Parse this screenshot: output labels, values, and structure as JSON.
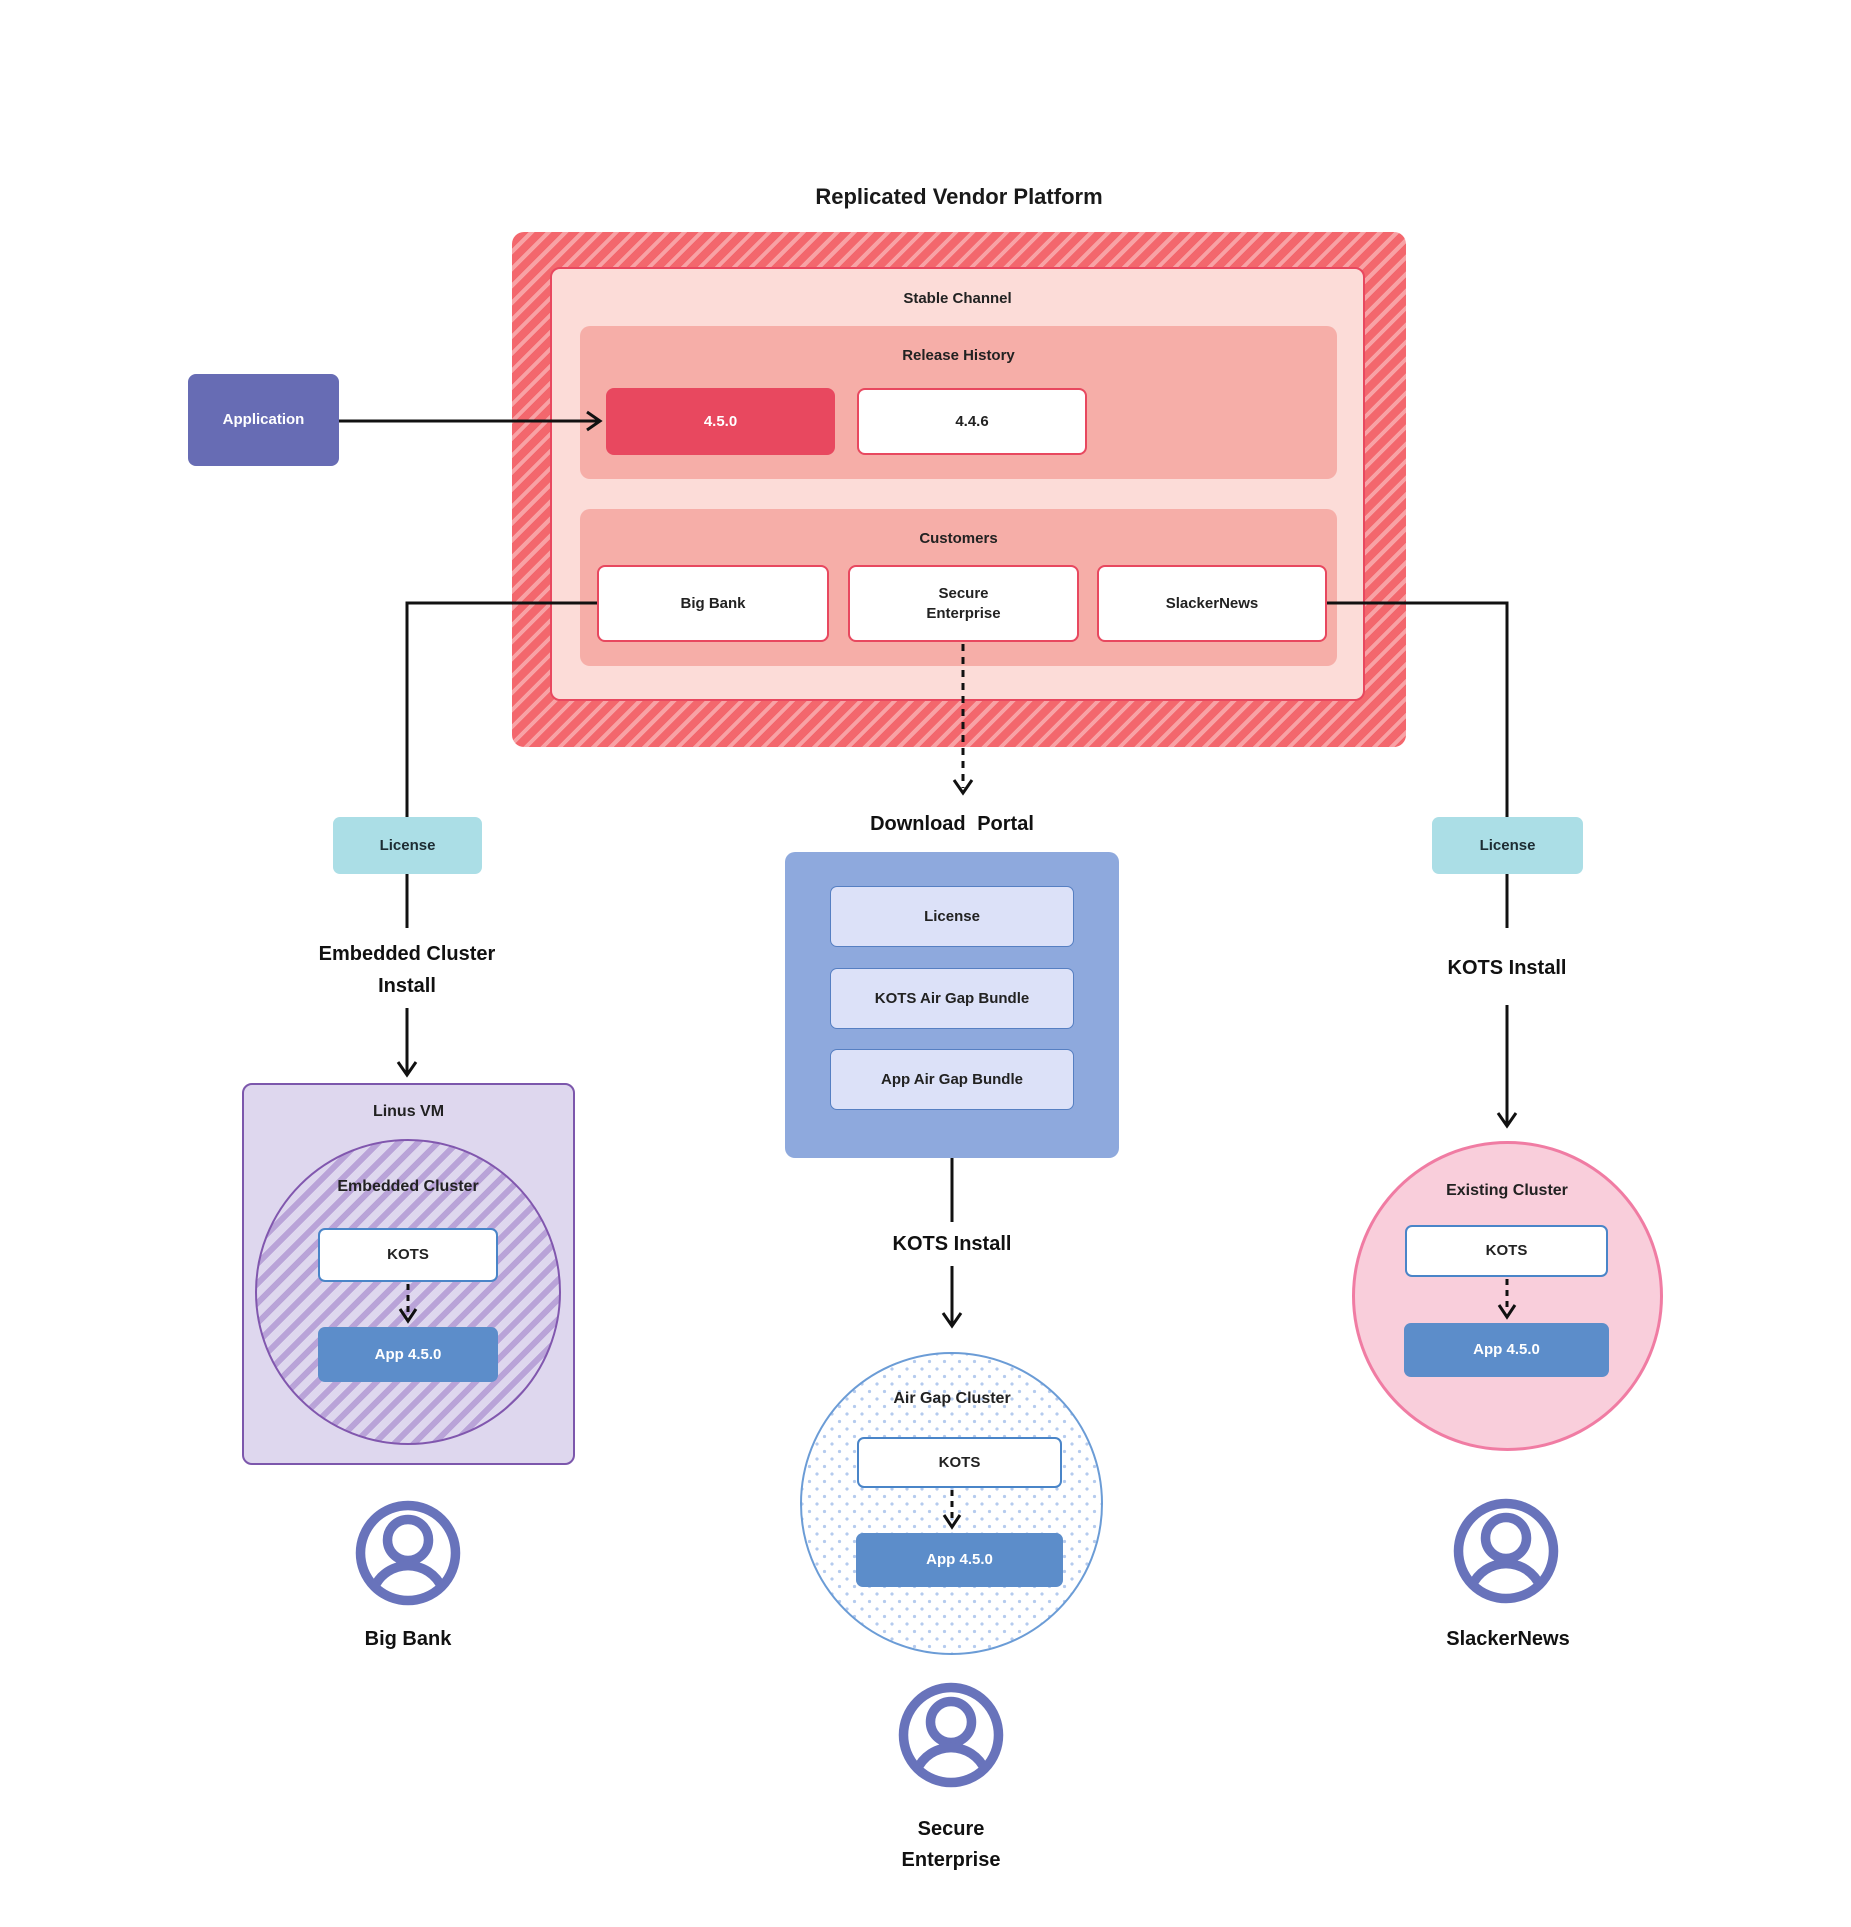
{
  "title": "Replicated Vendor Platform",
  "platform": {
    "stable_channel": "Stable Channel",
    "release_history": {
      "label": "Release History",
      "releases": [
        {
          "version": "4.5.0",
          "highlighted": true
        },
        {
          "version": "4.4.6",
          "highlighted": false
        }
      ]
    },
    "customers": {
      "label": "Customers",
      "items": [
        {
          "name": "Big Bank"
        },
        {
          "name": "Secure\nEnterprise"
        },
        {
          "name": "SlackerNews"
        }
      ]
    }
  },
  "application": {
    "label": "Application"
  },
  "left_flow": {
    "license": "License",
    "install": "Embedded Cluster\nInstall",
    "vm": "Linus VM",
    "cluster": "Embedded Cluster",
    "kots": "KOTS",
    "app": "App 4.5.0",
    "user": "Big Bank"
  },
  "center_flow": {
    "portal_title": "Download Portal",
    "bundle_items": [
      {
        "label": "License"
      },
      {
        "label": "KOTS Air Gap Bundle"
      },
      {
        "label": "App Air Gap Bundle"
      }
    ],
    "install": "KOTS Install",
    "cluster": "Air Gap Cluster",
    "kots": "KOTS",
    "app": "App 4.5.0",
    "user": "Secure\nEnterprise"
  },
  "right_flow": {
    "license": "License",
    "install": "KOTS Install",
    "cluster": "Existing Cluster",
    "kots": "KOTS",
    "app": "App 4.5.0",
    "user": "SlackerNews"
  },
  "colors": {
    "red_accent": "#e8485f",
    "red_hatch_base": "#f3676d",
    "red_hatch_stripe": "#f8a2a5",
    "pink_panel": "#fcdcd8",
    "salmon_panel": "#f6aea8",
    "purple_application": "#676cb4",
    "teal_license": "#abdee6",
    "portal_blue": "#8ea9dd",
    "bundle_fill": "#dce1f8",
    "kots_border_blue": "#4a85c8",
    "app_blue": "#5c8dca",
    "vm_purple_fill": "#ded7ee",
    "vm_purple_border": "#7c57ac",
    "existing_pink_fill": "#f9cedb",
    "existing_pink_border": "#f07ca3",
    "user_icon_purple": "#6873bb",
    "connector_black": "#111111"
  }
}
